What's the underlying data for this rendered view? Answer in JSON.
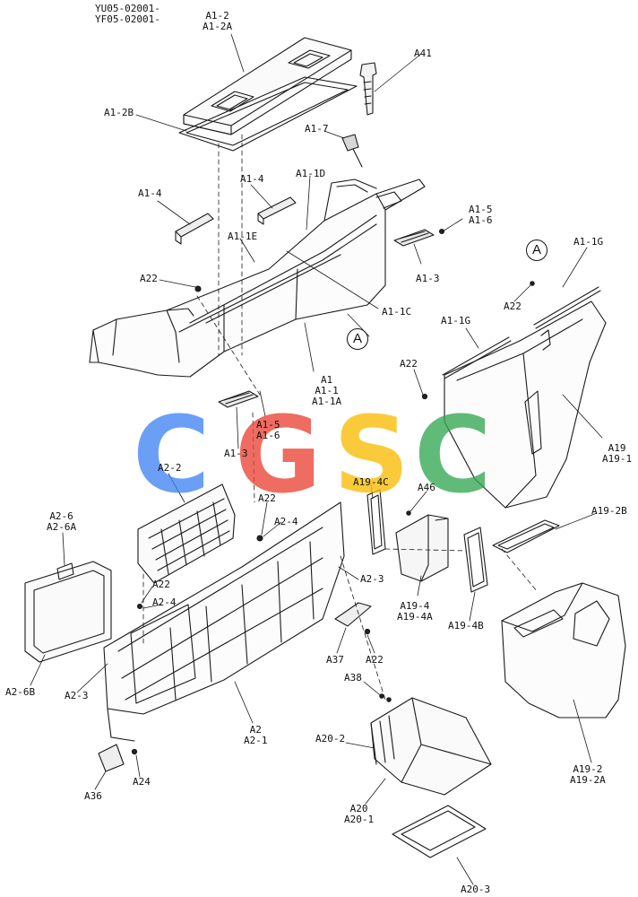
{
  "header": [
    "YU05-02001-",
    "YF05-02001-"
  ],
  "watermark": {
    "letters": [
      {
        "char": "C",
        "color": "#4285f4"
      },
      {
        "char": "G",
        "color": "#ea4335"
      },
      {
        "char": "S",
        "color": "#fbbc05"
      },
      {
        "char": "C",
        "color": "#34a853"
      }
    ]
  },
  "reference_mark": "A",
  "labels": {
    "a1_2": "A1-2\nA1-2A",
    "a41": "A41",
    "a1_2b": "A1-2B",
    "a1_7": "A1-7",
    "a1_1d": "A1-1D",
    "a1_4_left": "A1-4",
    "a1_4_mid": "A1-4",
    "a1_5_top": "A1-5\nA1-6",
    "a1_1e": "A1-1E",
    "a1_3_top": "A1-3",
    "a22_top": "A22",
    "a1_1c": "A1-1C",
    "a1_1g_right": "A1-1G",
    "a22_right": "A22",
    "a1_1g_mid": "A1-1G",
    "a1": "A1\nA1-1\nA1-1A",
    "a22_mid": "A22",
    "a1_5_low": "A1-5\nA1-6",
    "a1_3_low": "A1-3",
    "a19": "A19\nA19-1",
    "a2_2": "A2-2",
    "a19_4c": "A19-4C",
    "a46": "A46",
    "a22_a24": "A22",
    "a2_4_top": "A2-4",
    "a19_2b": "A19-2B",
    "a2_6": "A2-6\nA2-6A",
    "a2_3_right": "A2-3",
    "a22_left": "A22",
    "a2_4_left": "A2-4",
    "a19_4": "A19-4\nA19-4A",
    "a19_4b": "A19-4B",
    "a37": "A37",
    "a22_a37": "A22",
    "a2_6b": "A2-6B",
    "a2_3_left": "A2-3",
    "a38": "A38",
    "a2": "A2\nA2-1",
    "a20_2": "A20-2",
    "a19_2": "A19-2\nA19-2A",
    "a36": "A36",
    "a24": "A24",
    "a20": "A20\nA20-1",
    "a20_3": "A20-3"
  }
}
